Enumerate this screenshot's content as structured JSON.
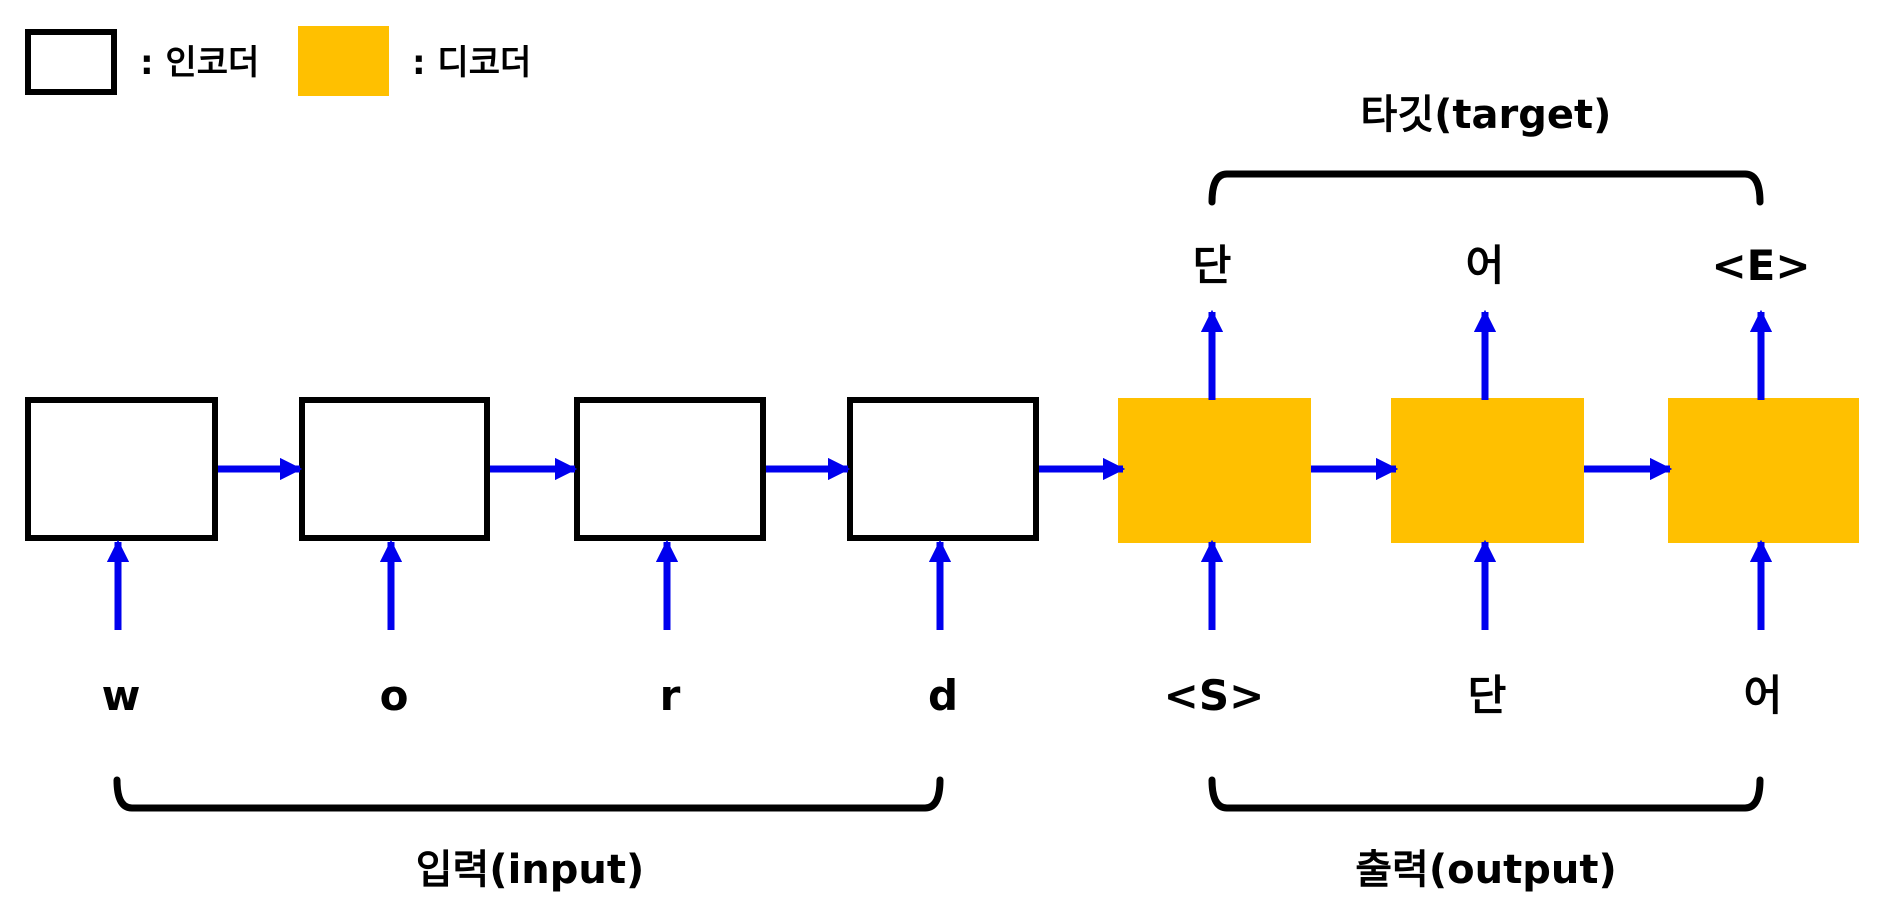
{
  "colors": {
    "arrow": "#0000ee",
    "encoder_border": "#000000",
    "encoder_fill": "#ffffff",
    "decoder_fill": "#ffc000",
    "bracket": "#000000"
  },
  "legend": {
    "encoder_label": ": 인코더",
    "decoder_label": ": 디코더"
  },
  "encoder": {
    "inputs": [
      "w",
      "o",
      "r",
      "d"
    ]
  },
  "decoder": {
    "inputs": [
      "<S>",
      "단",
      "어"
    ],
    "outputs": [
      "단",
      "어",
      "<E>"
    ]
  },
  "brackets": {
    "input_label": "입력(input)",
    "output_label": "출력(output)",
    "target_label": "타깃(target)"
  }
}
